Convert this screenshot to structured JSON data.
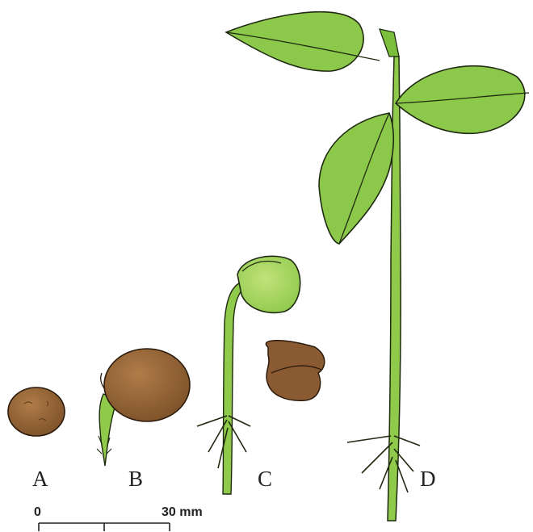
{
  "stages": [
    {
      "id": "A",
      "label": "A"
    },
    {
      "id": "B",
      "label": "B"
    },
    {
      "id": "C",
      "label": "C"
    },
    {
      "id": "D",
      "label": "D"
    }
  ],
  "scale_bar": {
    "start_label": "0",
    "end_label": "30 mm"
  },
  "colors": {
    "seed": "#9a6a3c",
    "seed_dark": "#6e4524",
    "stem": "#8fca4a",
    "leaf": "#8cc84a",
    "leaf_light": "#b4dc6a",
    "outline": "#1f2a10"
  }
}
